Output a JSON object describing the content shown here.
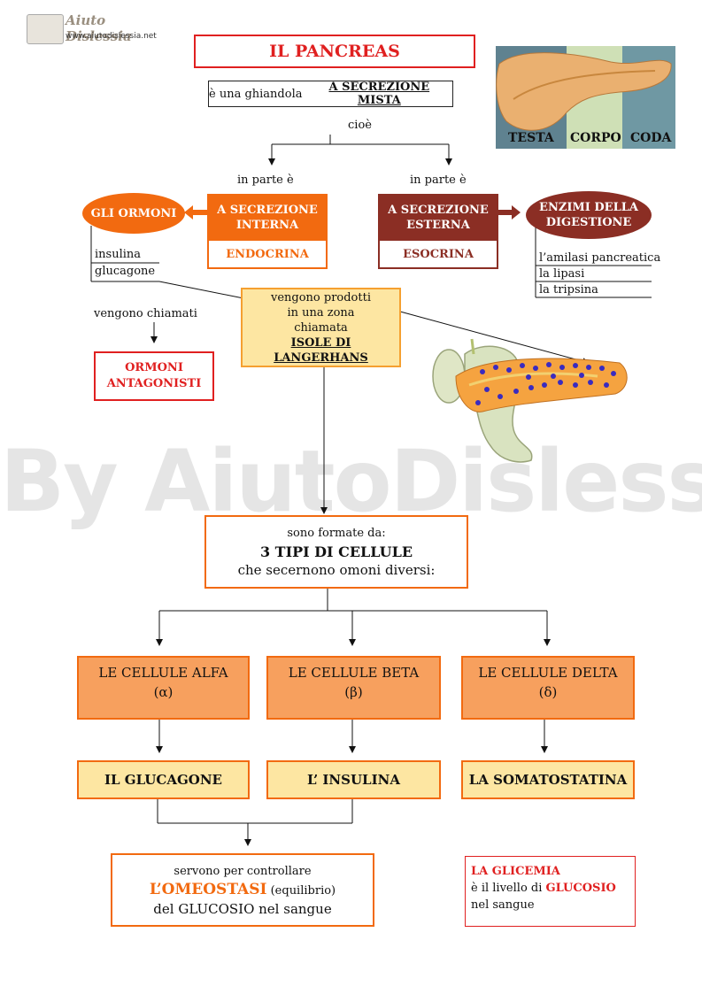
{
  "logo": {
    "name": "Aiuto Dislessia",
    "url": "www.aiutodislessia.net"
  },
  "watermark": "By AiutoDislessia.net",
  "title": "IL PANCREAS",
  "definition": {
    "prefix": "è una ghiandola ",
    "emph": "A SECREZIONE MISTA"
  },
  "cioe": "cioè",
  "in_parte_left": "in parte è",
  "in_parte_right": "in parte è",
  "anatomy": {
    "testa": "TESTA",
    "corpo": "CORPO",
    "coda": "CODA"
  },
  "interna": {
    "line1": "A SECREZIONE",
    "line2": "INTERNA",
    "sub": "ENDOCRINA"
  },
  "esterna": {
    "line1": "A SECREZIONE",
    "line2": "ESTERNA",
    "sub": "ESOCRINA"
  },
  "ormoni": "GLI ORMONI",
  "ormoni_list": [
    "insulina",
    "glucagone"
  ],
  "enzimi": {
    "line1": "ENZIMI DELLA",
    "line2": "DIGESTIONE"
  },
  "enzimi_list": [
    "l’amilasi pancreatica",
    "la lipasi",
    "la tripsina"
  ],
  "vengono_chiamati": "vengono chiamati",
  "antagonisti": {
    "line1": "ORMONI",
    "line2": "ANTAGONISTI"
  },
  "isole": {
    "line1": "vengono prodotti",
    "line2": "in una zona",
    "line3": "chiamata",
    "line4": "ISOLE DI LANGERHANS"
  },
  "formate": {
    "line1": "sono formate da:",
    "line2": "3 TIPI DI CELLULE",
    "line3": "che secernono omoni diversi:"
  },
  "cells": [
    {
      "name": "LE CELLULE ALFA",
      "symbol": "(α)"
    },
    {
      "name": "LE CELLULE BETA",
      "symbol": "(β)"
    },
    {
      "name": "LE CELLULE DELTA",
      "symbol": "(δ)"
    }
  ],
  "hormones": [
    "IL GLUCAGONE",
    "L’ INSULINA",
    "LA SOMATOSTATINA"
  ],
  "omeostasi": {
    "line1": "servono per controllare",
    "emph": "L’OMEOSTASI",
    "paren": " (equilibrio)",
    "line3": "del GLUCOSIO nel sangue"
  },
  "glicemia": {
    "title": "LA GLICEMIA",
    "pre": "è il livello di ",
    "emph": "GLUCOSIO",
    "post": "nel sangue"
  },
  "colors": {
    "red": "#e02020",
    "orange": "#f26a10",
    "brown": "#8b2e24",
    "light_orange": "#f7a05e",
    "yellow": "#fde6a2"
  }
}
